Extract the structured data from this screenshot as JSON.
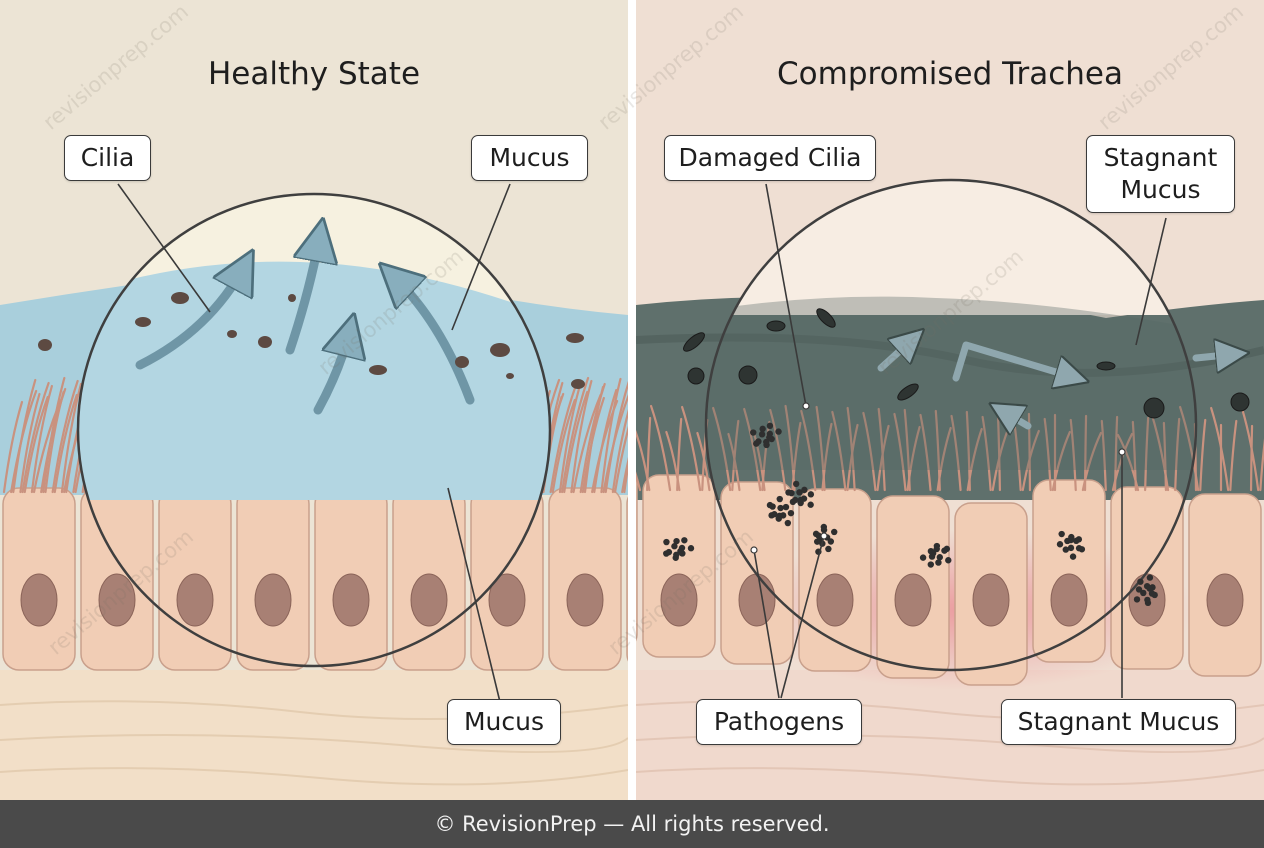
{
  "left": {
    "title": "Healthy State",
    "labels": {
      "cilia": "Cilia",
      "mucus_top": "Mucus",
      "mucus_bottom": "Mucus"
    }
  },
  "right": {
    "title": "Compromised Trachea",
    "labels": {
      "damaged_cilia": "Damaged Cilia",
      "stagnant_mucus_top": "Stagnant Mucus",
      "pathogens": "Pathogens",
      "stagnant_mucus_bottom": "Stagnant Mucus"
    }
  },
  "watermark": "revisionprep.com",
  "footer": "© RevisionPrep — All rights reserved.",
  "colors": {
    "healthy_mucus": "#a9cfdc",
    "stagnant_mucus": "#5f706c",
    "cell": "#f1cdb5",
    "nucleus": "#a88074",
    "cilia": "#c9927f",
    "inflammation": "#e9808a",
    "footer_bg": "#4a4a4a"
  }
}
